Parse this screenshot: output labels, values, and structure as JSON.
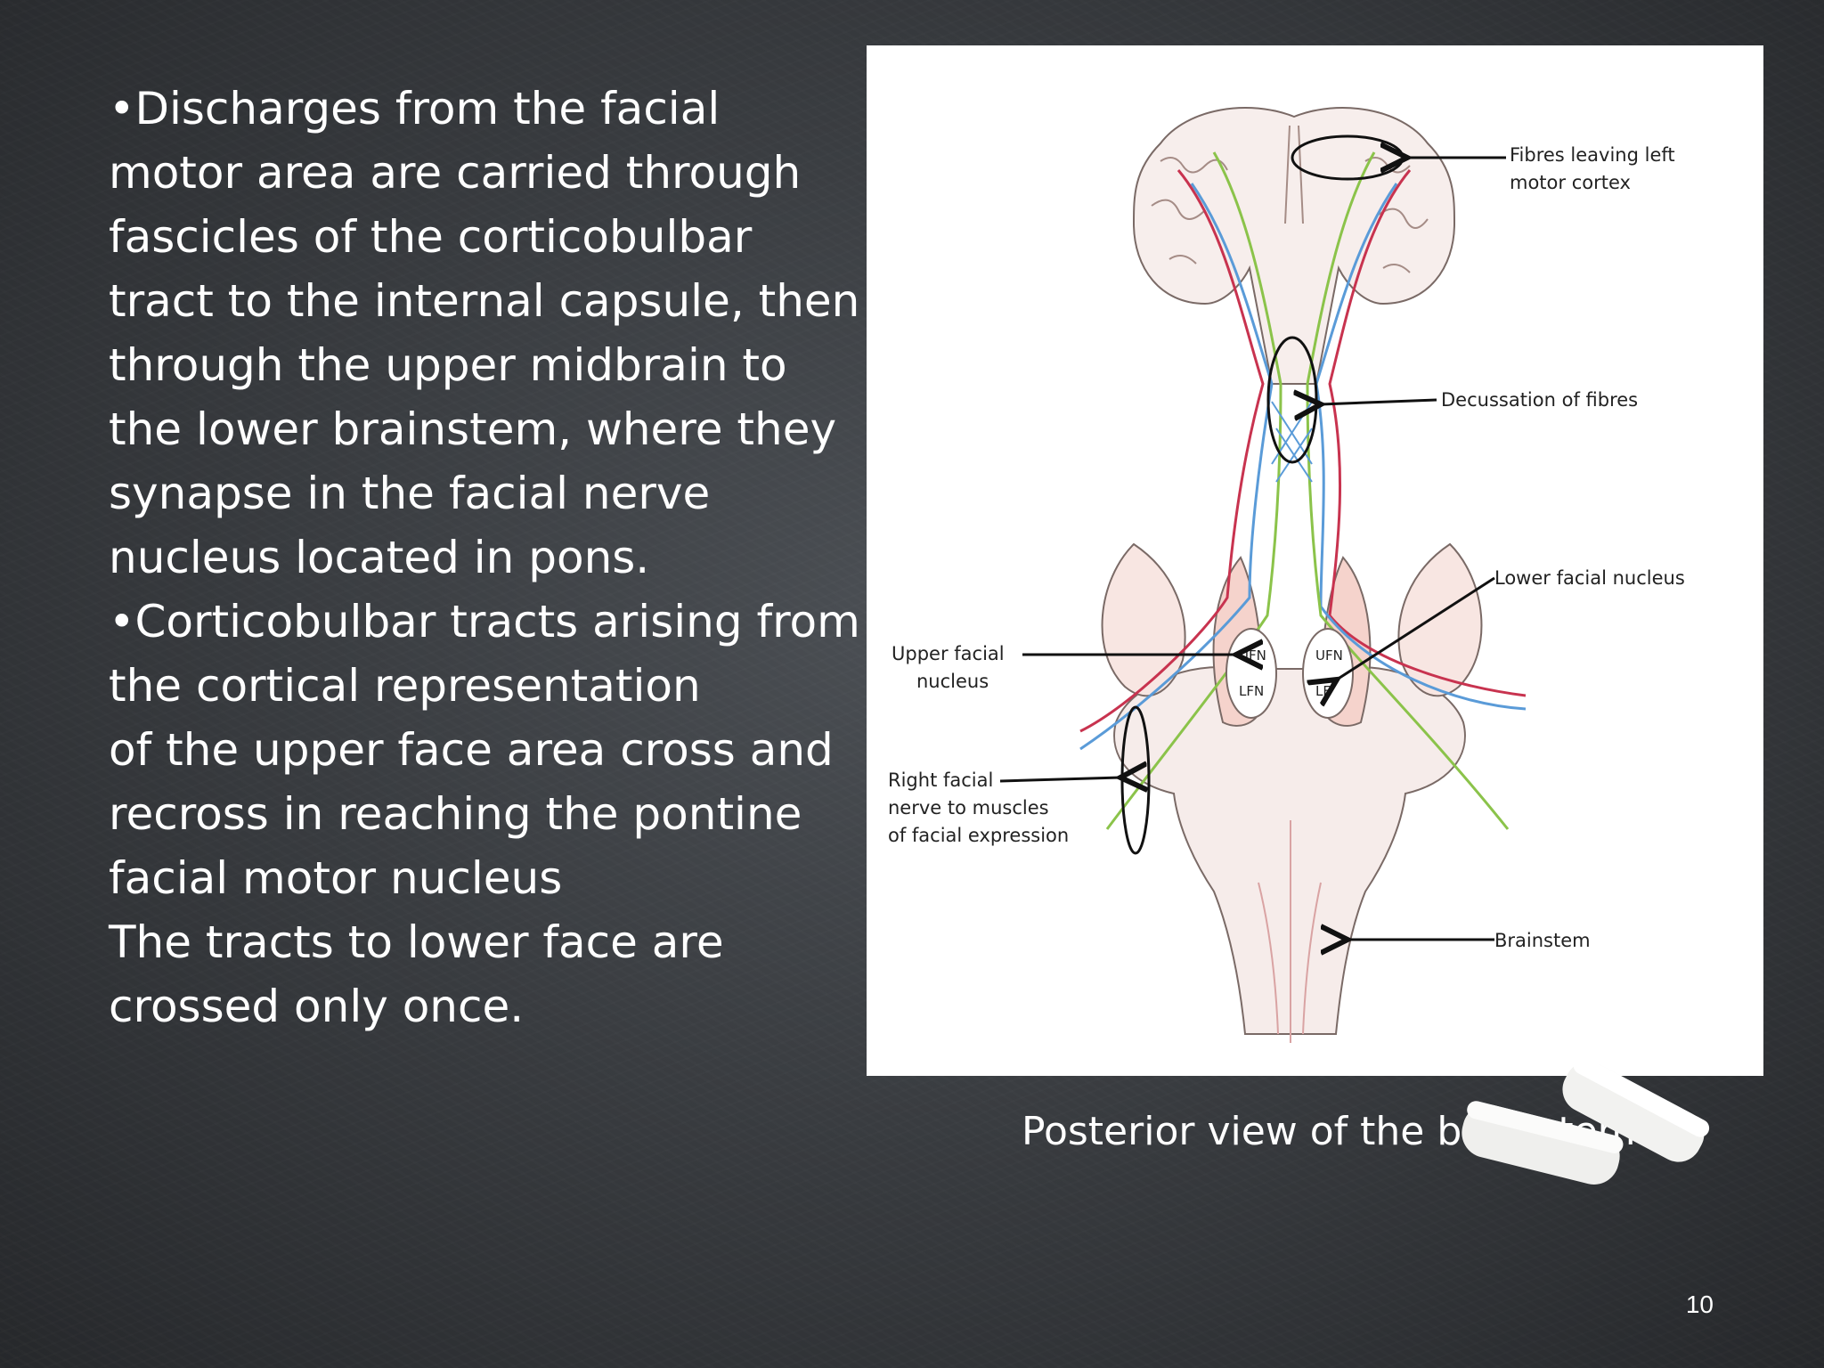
{
  "slide": {
    "paragraphs": [
      "•Discharges from the facial motor area are carried through fascicles of the corticobulbar tract to the internal capsule, then through the upper midbrain to the lower brainstem, where they synapse in the facial nerve nucleus located in pons.",
      "•Corticobulbar tracts arising from the cortical representation",
      "of the upper face area cross and recross in reaching the pontine facial motor nucleus",
      "The tracts to lower face are crossed only once."
    ],
    "caption": "Posterior view of the brainstem",
    "page_number": "10"
  },
  "diagram": {
    "labels": {
      "fibres_1": "Fibres leaving left",
      "fibres_2": "motor cortex",
      "decussation": "Decussation of fibres",
      "lower_facial": "Lower facial nucleus",
      "upper_facial_1": "Upper facial",
      "upper_facial_2": "nucleus",
      "right_facial_1": "Right facial",
      "right_facial_2": "nerve to muscles",
      "right_facial_3": "of facial expression",
      "brainstem": "Brainstem",
      "ufn_left": "UFN",
      "lfn_left": "LFN",
      "ufn_right": "UFN",
      "lfn_right": "LF"
    },
    "colors": {
      "red_tract": "#c8334f",
      "blue_tract": "#5a9bd8",
      "green_tract": "#8bc34a",
      "outline": "#7a6a66"
    }
  }
}
